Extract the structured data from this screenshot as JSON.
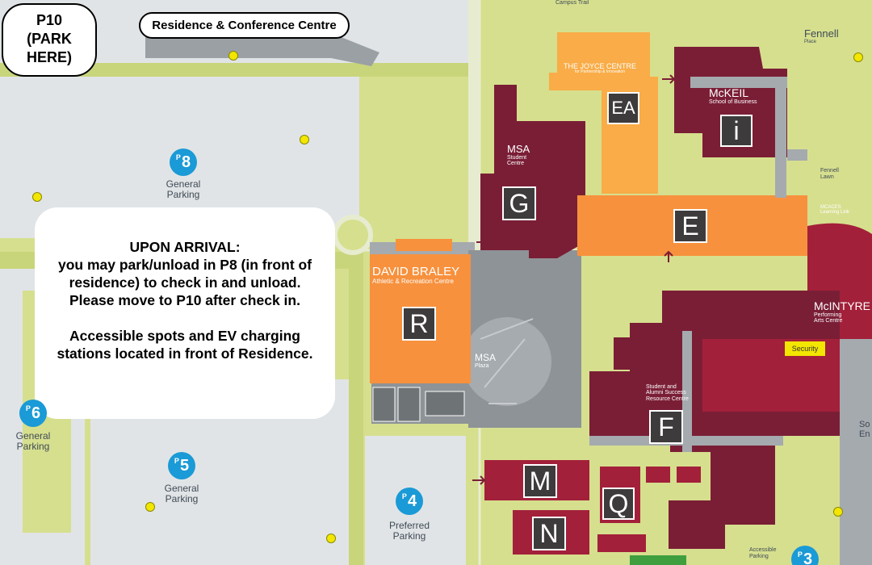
{
  "callouts": {
    "p10": "P10 (PARK HERE)",
    "p10_lines": [
      "P10",
      "(PARK",
      "HERE)"
    ],
    "residence": "Residence & Conference Centre"
  },
  "info_box": {
    "line1": "UPON ARRIVAL:",
    "line2": "you may park/unload in P8 (in front of",
    "line3": "residence) to check in and unload.",
    "line4": "Please move to P10 after check in.",
    "line5": "Accessible spots and EV charging",
    "line6": "stations located in front of Residence."
  },
  "parking": [
    {
      "id": "P8",
      "number": "8",
      "label1": "General",
      "label2": "Parking"
    },
    {
      "id": "P6",
      "number": "6",
      "label1": "General",
      "label2": "Parking"
    },
    {
      "id": "P5",
      "number": "5",
      "label1": "General",
      "label2": "Parking"
    },
    {
      "id": "P4",
      "number": "4",
      "label1": "Preferred",
      "label2": "Parking"
    },
    {
      "id": "P3",
      "number": "3"
    }
  ],
  "buildings": {
    "joyce": {
      "name": "THE JOYCE CENTRE",
      "sub": "for Partnership & Innovation",
      "code": "EA"
    },
    "mckeil": {
      "name": "McKEIL",
      "sub": "School of Business",
      "code": "i"
    },
    "msa": {
      "name": "MSA",
      "sub1": "Student",
      "sub2": "Centre",
      "code": "G"
    },
    "e": {
      "code": "E"
    },
    "braley": {
      "name": "DAVID BRALEY",
      "sub": "Athletic & Recreation Centre",
      "code": "R"
    },
    "plaza": {
      "name1": "MSA",
      "name2": "Plaza"
    },
    "mcintyre": {
      "name": "McINTYRE",
      "sub1": "Performing",
      "sub2": "Arts Centre"
    },
    "alumni": {
      "sub1": "Student and",
      "sub2": "Alumni Success",
      "sub3": "Resource Centre",
      "code": "F"
    },
    "m": {
      "code": "M"
    },
    "q": {
      "code": "Q"
    },
    "n": {
      "code": "N"
    }
  },
  "labels": {
    "fennell_place": "Fennell",
    "fennell_place_sub": "Place",
    "fennell_lawn": "Fennell",
    "fennell_lawn_sub": "Lawn",
    "campus_trail": "Campus Trail",
    "mcaces": "MCACES",
    "mcaces_sub": "Learning Link",
    "security": "Security",
    "accessible": "Accessible",
    "accessible_sub": "Parking",
    "so_edge": "So",
    "en_edge": "En"
  },
  "colors": {
    "grass": "#d6df8e",
    "road": "#e1e4e6",
    "maroon": "#7a1e36",
    "orange": "#f7913d",
    "light_orange": "#f9ac47",
    "red_building": "#a3203a",
    "parking_blue": "#1a9ad6"
  }
}
